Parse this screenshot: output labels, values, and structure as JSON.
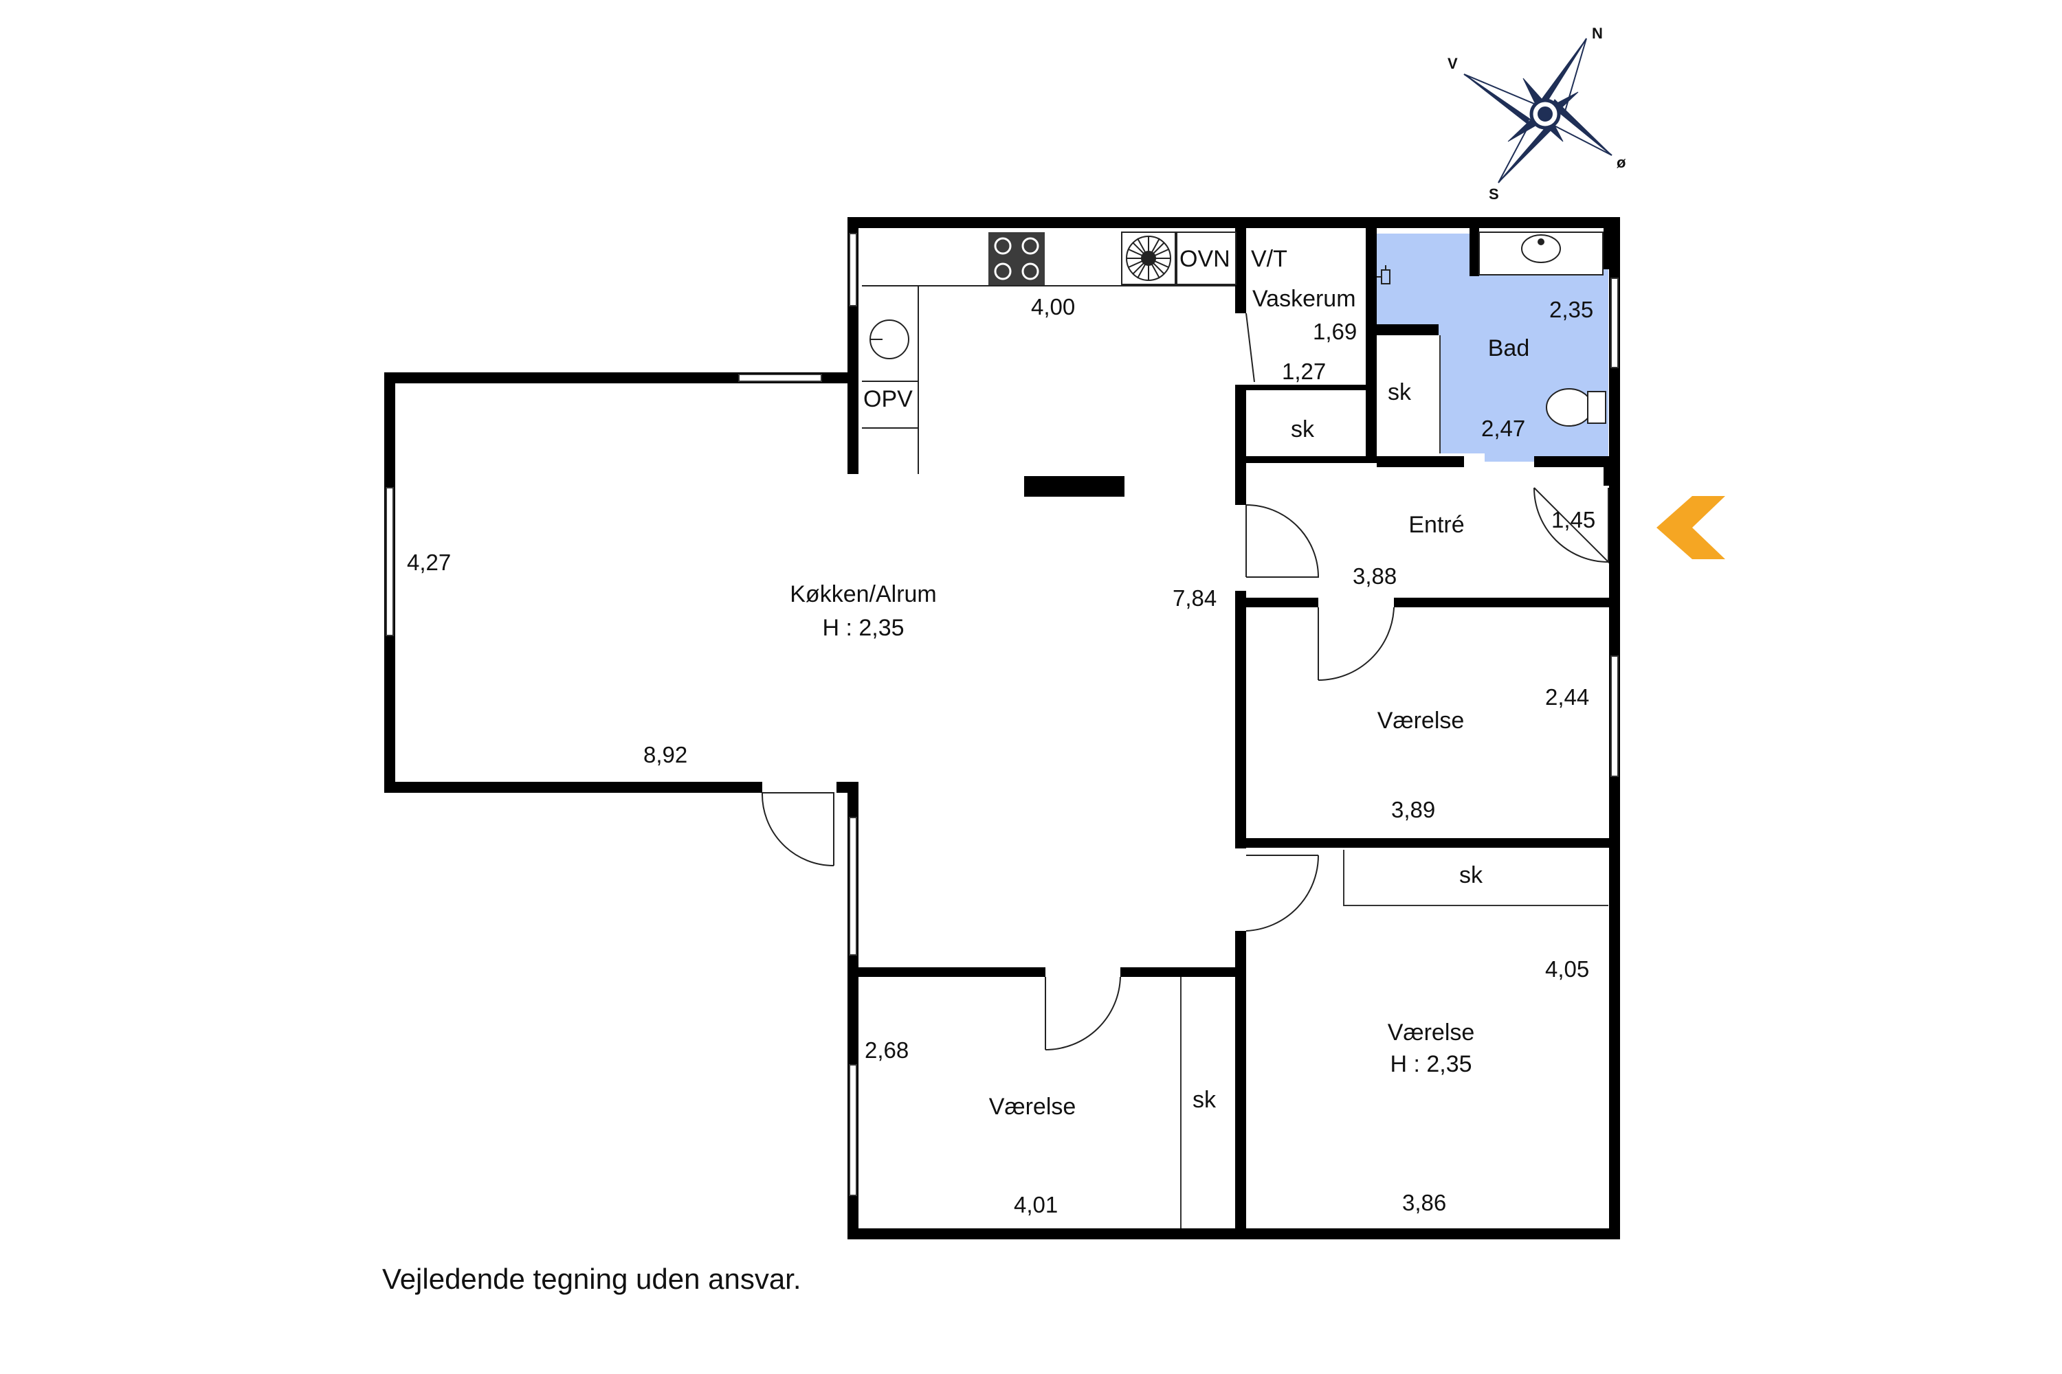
{
  "colors": {
    "wall": "#000000",
    "bathroom": "#b3cbf8",
    "entrance_arrow": "#f5a623",
    "compass": "#1f2f56"
  },
  "compass": {
    "n": "N",
    "s": "S",
    "v": "V",
    "o": "ø"
  },
  "rooms": {
    "kitchen": {
      "name": "Køkken/Alrum",
      "height": "H : 2,35"
    },
    "laundry": {
      "name": "Vaskerum"
    },
    "bath": {
      "name": "Bad"
    },
    "entry": {
      "name": "Entré"
    },
    "room_mid": {
      "name": "Værelse"
    },
    "room_bl": {
      "name": "Værelse"
    },
    "room_br": {
      "name": "Værelse",
      "height": "H : 2,35"
    }
  },
  "fixtures": {
    "ovn": "OVN",
    "vt": "V/T",
    "opv": "OPV",
    "sk_laundry": "sk",
    "sk_bath": "sk",
    "sk_mid": "sk",
    "sk_bl": "sk"
  },
  "dimensions": {
    "kitchen_top": "4,00",
    "living_left": "4,27",
    "living_bottom": "8,92",
    "kitchen_right": "7,84",
    "laundry_a": "1,69",
    "laundry_b": "1,27",
    "bath_a": "2,35",
    "bath_b": "2,47",
    "entry_door": "1,45",
    "entry": "3,88",
    "room_mid_h": "2,44",
    "room_mid_w": "3,89",
    "room_br_h": "4,05",
    "room_br_w": "3,86",
    "room_bl_h": "2,68",
    "room_bl_w": "4,01"
  },
  "footer": "Vejledende tegning uden ansvar."
}
